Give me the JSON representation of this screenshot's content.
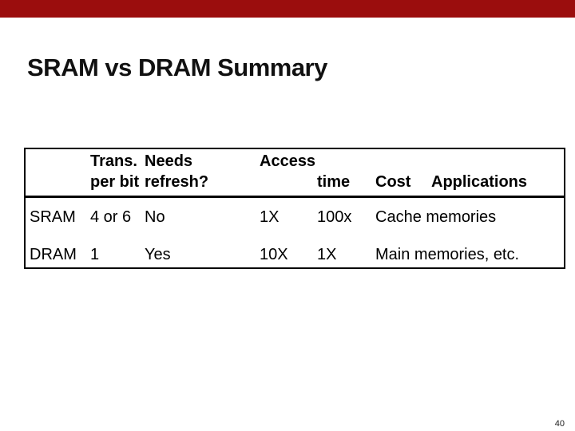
{
  "slide": {
    "title": "SRAM vs DRAM Summary",
    "page_number": "40",
    "accent_color": "#9B0D0D"
  },
  "table": {
    "header": {
      "trans_line1": "Trans.",
      "trans_line2": "per bit",
      "needs_line1": "Needs",
      "needs_line2": "refresh?",
      "access": "Access",
      "time": "time",
      "cost": "Cost",
      "applications": "Applications"
    },
    "rows": [
      {
        "label": "SRAM",
        "trans_per_bit": "4 or 6",
        "needs_refresh": "No",
        "access_time": "1X",
        "cost": "100x",
        "applications": "Cache memories"
      },
      {
        "label": "DRAM",
        "trans_per_bit": "1",
        "needs_refresh": "Yes",
        "access_time": "10X",
        "cost": "1X",
        "applications": "Main memories, etc."
      }
    ]
  }
}
